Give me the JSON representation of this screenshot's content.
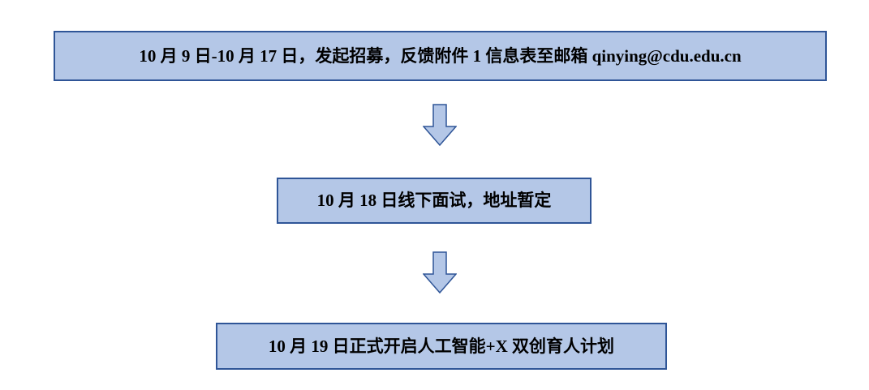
{
  "flow": {
    "steps": [
      {
        "id": "recruitment",
        "label": "10 月 9 日-10 月 17 日，发起招募，反馈附件 1 信息表至邮箱 qinying@cdu.edu.cn"
      },
      {
        "id": "interview",
        "label": "10 月 18 日线下面试，地址暂定"
      },
      {
        "id": "program-start",
        "label": "10 月 19 日正式开启人工智能+X 双创育人计划"
      }
    ],
    "colors": {
      "box_fill": "#b4c7e7",
      "box_border": "#2f5597",
      "arrow_fill": "#b4c7e7",
      "arrow_border": "#2f5597"
    }
  }
}
